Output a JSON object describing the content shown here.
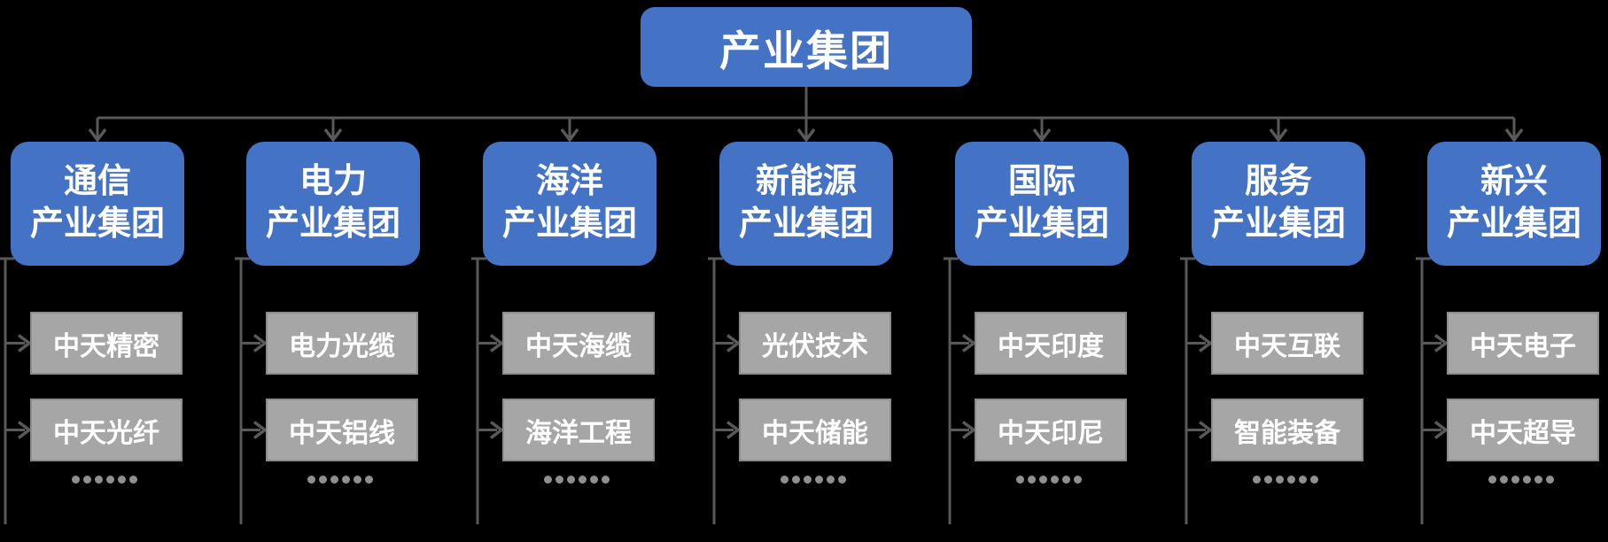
{
  "root": {
    "label": "产业集团"
  },
  "groups": [
    {
      "name_lines": [
        "通信",
        "产业集团"
      ],
      "subsidiaries": [
        "中天精密",
        "中天光纤"
      ]
    },
    {
      "name_lines": [
        "电力",
        "产业集团"
      ],
      "subsidiaries": [
        "电力光缆",
        "中天铝线"
      ]
    },
    {
      "name_lines": [
        "海洋",
        "产业集团"
      ],
      "subsidiaries": [
        "中天海缆",
        "海洋工程"
      ]
    },
    {
      "name_lines": [
        "新能源",
        "产业集团"
      ],
      "subsidiaries": [
        "光伏技术",
        "中天储能"
      ]
    },
    {
      "name_lines": [
        "国际",
        "产业集团"
      ],
      "subsidiaries": [
        "中天印度",
        "中天印尼"
      ]
    },
    {
      "name_lines": [
        "服务",
        "产业集团"
      ],
      "subsidiaries": [
        "中天互联",
        "智能装备"
      ]
    },
    {
      "name_lines": [
        "新兴",
        "产业集团"
      ],
      "subsidiaries": [
        "中天电子",
        "中天超导"
      ]
    }
  ],
  "ellipsis_dot_count": 6,
  "colors": {
    "background": "#000000",
    "primary_blue": "#4472C4",
    "box_gray": "#A6A6A6",
    "box_gray_border": "#8C8C8C",
    "connector_gray": "#595959",
    "dot_gray": "#8F8F8F",
    "text_white": "#FFFFFF"
  }
}
